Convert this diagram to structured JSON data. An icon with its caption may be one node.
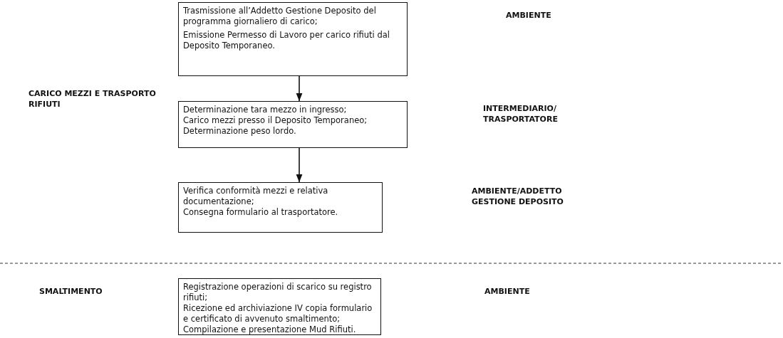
{
  "diagram": {
    "nodes": [
      {
        "text": [
          "Trasmissione all’Addetto Gestione Deposito del programma giornaliero di carico;",
          "Emissione Permesso di Lavoro per carico rifiuti dal Deposito Temporaneo."
        ]
      },
      {
        "text": [
          "Determinazione tara mezzo in ingresso;",
          "Carico mezzi presso il Deposito Temporaneo;",
          "Determinazione peso lordo."
        ]
      },
      {
        "text": [
          "Verifica conformità mezzi e relativa documentazione;",
          "Consegna formulario al trasportatore."
        ]
      },
      {
        "text": [
          "Registrazione operazioni di scarico su registro rifiuti;",
          "Ricezione ed archiviazione IV copia formulario e certificato di avvenuto smaltimento;",
          "Compilazione e presentazione Mud Rifiuti."
        ]
      }
    ],
    "edges": [
      {
        "from": 0,
        "to": 1,
        "arrow": "to"
      },
      {
        "from": 1,
        "to": 2,
        "arrow": "to"
      }
    ],
    "labels": [
      "AMBIENTE",
      "CARICO MEZZI E TRASPORTO RIFIUTI",
      "INTERMEDIARIO/ TRASPORTATORE",
      "AMBIENTE/ADDETTO GESTIONE DEPOSITO",
      "SMALTIMENTO",
      "AMBIENTE"
    ]
  }
}
